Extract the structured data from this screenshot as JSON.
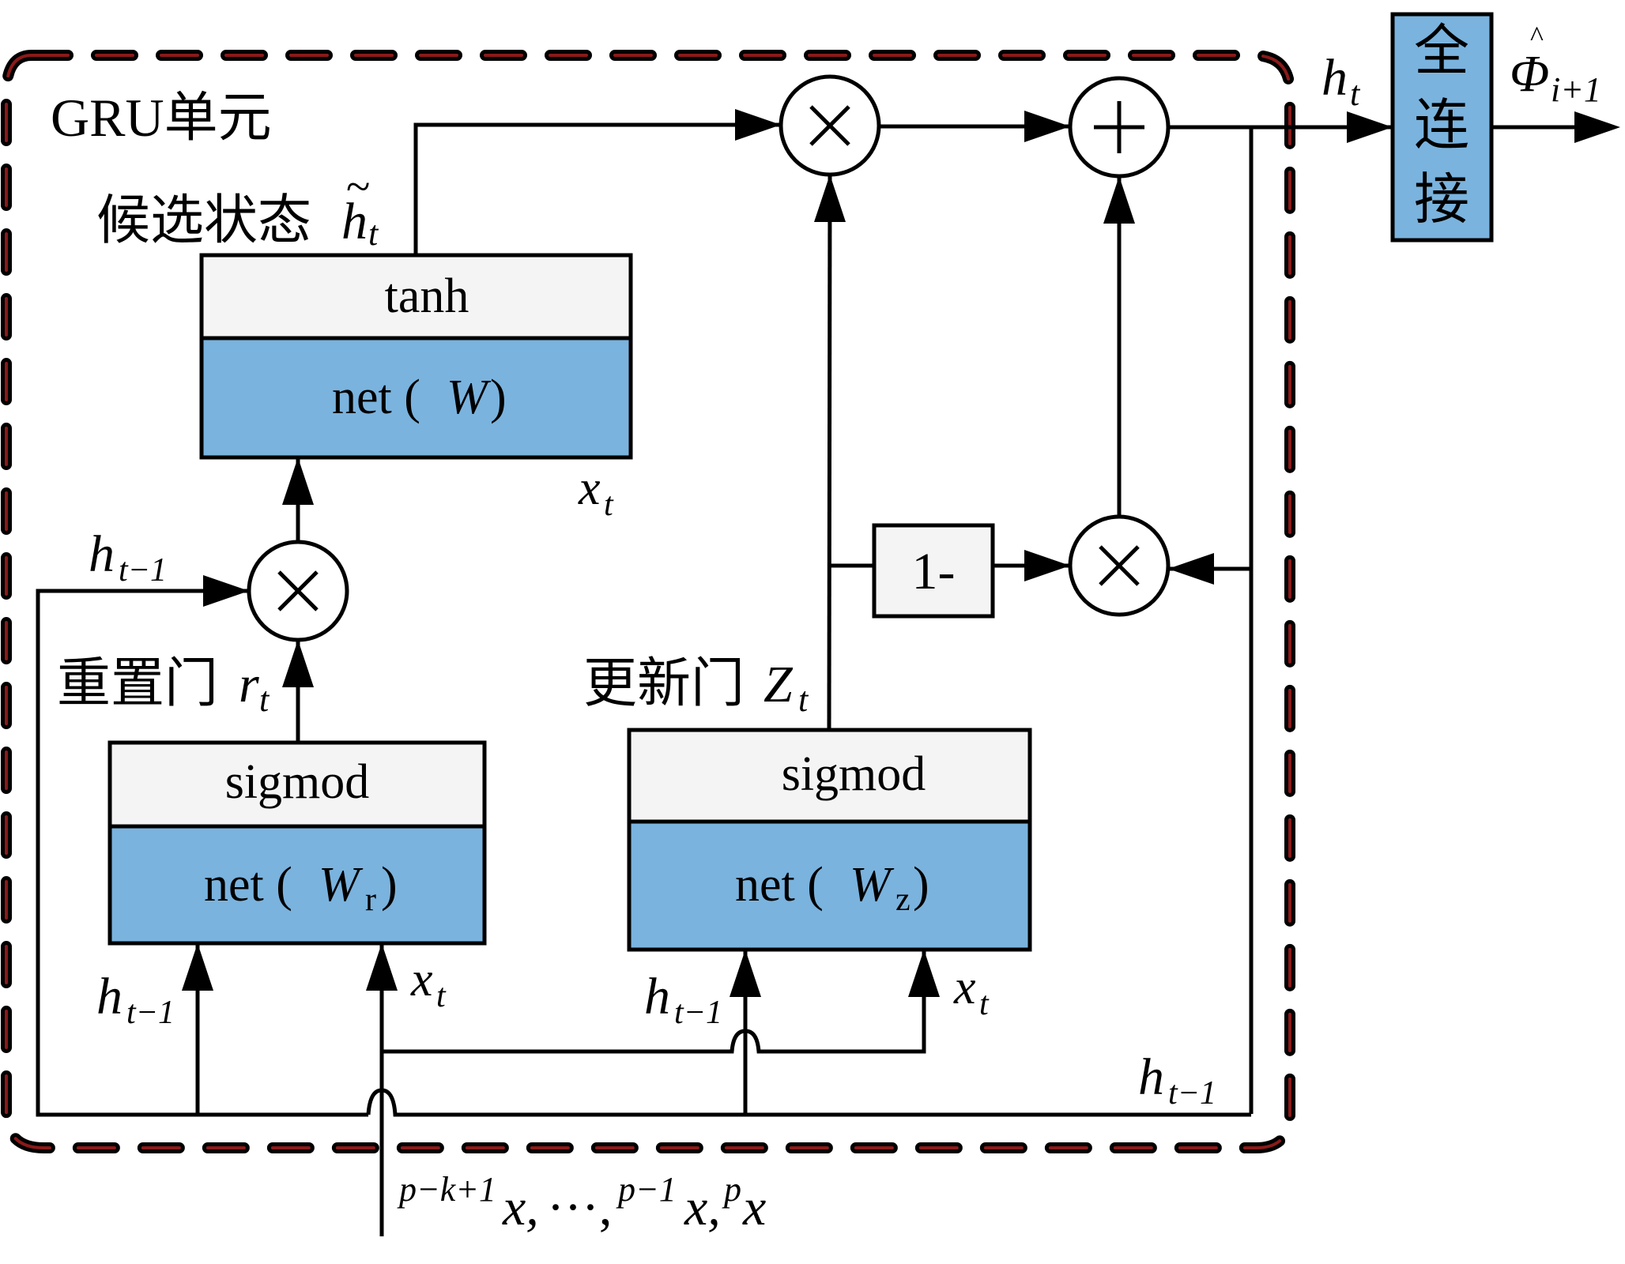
{
  "diagram": {
    "cell_label": "GRU单元",
    "candidate": {
      "label": "候选状态",
      "symbol": "h",
      "accent": "~",
      "subscript": "t",
      "activation": "tanh",
      "net_prefix": "net (",
      "net_weight": "W",
      "net_weight_sub": "",
      "net_suffix": ")"
    },
    "reset_gate": {
      "label": "重置门",
      "symbol": "r",
      "subscript": "t",
      "activation": "sigmod",
      "net_prefix": "net (",
      "net_weight": "W",
      "net_weight_sub": "r",
      "net_suffix": ")"
    },
    "update_gate": {
      "label": "更新门",
      "symbol": "Z",
      "subscript": "t",
      "activation": "sigmod",
      "net_prefix": "net (",
      "net_weight": "W",
      "net_weight_sub": "z",
      "net_suffix": ")"
    },
    "one_minus_label": "1-",
    "operators": {
      "multiply": "×",
      "add": "+"
    },
    "signals": {
      "h": "h",
      "x": "x",
      "t": "t",
      "t_minus_1": "t−1"
    },
    "fully_connected": {
      "chars": [
        "全",
        "连",
        "接"
      ]
    },
    "output": {
      "symbol": "Φ",
      "hat": "^",
      "subscript": "i+1",
      "input_label_h": "h",
      "input_label_sub": "t"
    },
    "input_sequence": {
      "sup1": "p−k+1",
      "x1": "x,",
      "ellipsis": "···,",
      "sup2": "p−1",
      "x2": "x,",
      "sup3": "p",
      "x3": "x"
    },
    "colors": {
      "net_fill": "#7ab3de",
      "activation_fill": "#f4f4f4",
      "border_dash_outer": "#000000",
      "border_dash_inner": "#8b1a1a"
    }
  }
}
